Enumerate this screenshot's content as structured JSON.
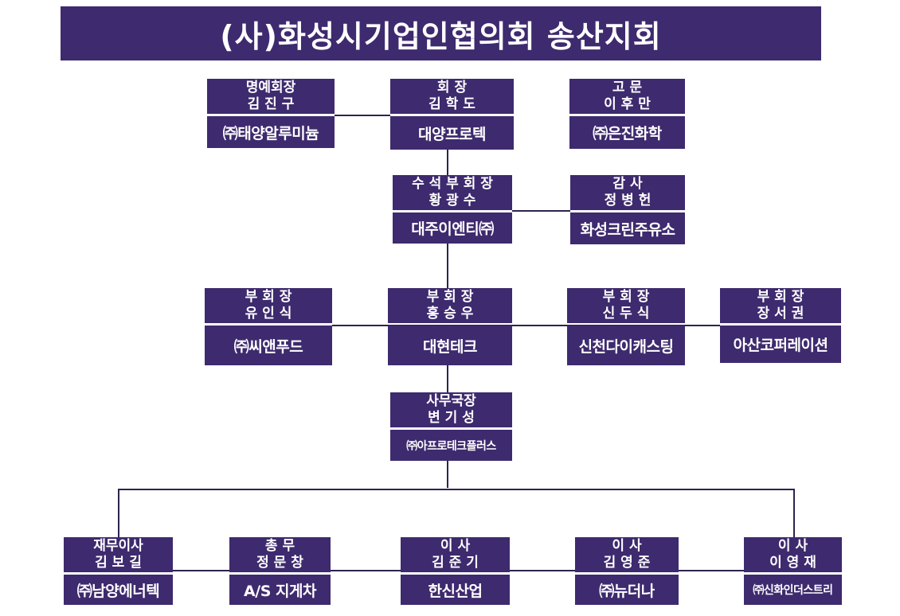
{
  "title": "(사)화성시기업인협의회 송산지회",
  "boxes": [
    {
      "role": "명예회장",
      "name": "김 진 구",
      "company": "㈜태양알루미늄"
    },
    {
      "role": "회 장",
      "name": "김 학 도",
      "company": "대양프로텍"
    },
    {
      "role": "고 문",
      "name": "이 후 만",
      "company": "㈜은진화학"
    },
    {
      "role": "수 석 부 회 장",
      "name": "황 광 수",
      "company": "대주이엔티㈜"
    },
    {
      "role": "감 사",
      "name": "정 병 헌",
      "company": "화성크린주유소"
    },
    {
      "role": "부 회 장",
      "name": "유 인 식",
      "company": "㈜씨앤푸드"
    },
    {
      "role": "부 회 장",
      "name": "홍 승 우",
      "company": "대현테크"
    },
    {
      "role": "부 회 장",
      "name": "신 두 식",
      "company": "신천다이캐스팅"
    },
    {
      "role": "부 회 장",
      "name": "장 서 권",
      "company": "아산코퍼레이션"
    },
    {
      "role": "사무국장",
      "name": "변 기 성",
      "company": "㈜아프로테크플러스"
    },
    {
      "role": "재무이사",
      "name": "김 보 길",
      "company": "㈜남양에너텍"
    },
    {
      "role": "총 무",
      "name": "정 문 창",
      "company": "A/S 지게차"
    },
    {
      "role": "이 사",
      "name": "김 준 기",
      "company": "한신산업"
    },
    {
      "role": "이 사",
      "name": "김 영 준",
      "company": "㈜뉴더나"
    },
    {
      "role": "이 사",
      "name": "이 영 재",
      "company": "㈜신화인더스트리"
    }
  ]
}
